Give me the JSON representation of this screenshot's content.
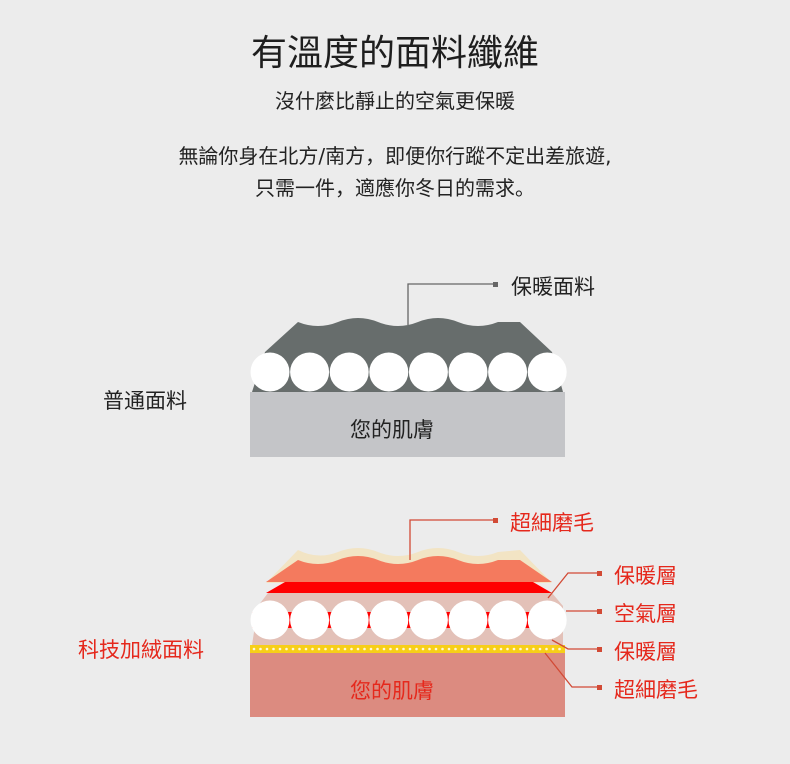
{
  "title": "有溫度的面料纖維",
  "subtitle": "沒什麼比靜止的空氣更保暖",
  "paragraph": [
    "無論你身在北方/南方，即便你行蹤不定出差旅遊,",
    "只需一件，適應你冬日的需求。"
  ],
  "normal": {
    "name": "普通面料",
    "top_label": "保暖面料",
    "skin": "您的肌膚"
  },
  "tech": {
    "name": "科技加絨面料",
    "top_label": "超細磨毛",
    "layers": [
      "保暖層",
      "空氣層",
      "保暖層",
      "超細磨毛"
    ],
    "skin": "您的肌膚"
  },
  "colors": {
    "accent": "#e5281c",
    "dark_layer": "#676d6c",
    "grey_skin": "#c4c5c8",
    "pink_skin": "#dc8b80"
  }
}
